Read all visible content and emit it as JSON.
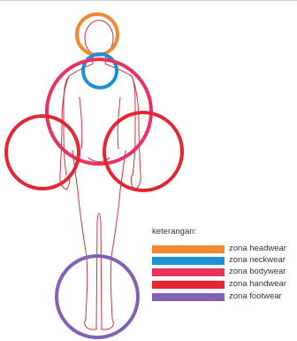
{
  "zones": [
    {
      "id": "headwear",
      "color": "#EF8A2E"
    },
    {
      "id": "neckwear",
      "color": "#1E90D8"
    },
    {
      "id": "bodywear",
      "color": "#E8335F"
    },
    {
      "id": "handwear",
      "color": "#E3262F"
    },
    {
      "id": "footwear",
      "color": "#8261B5"
    }
  ],
  "legend": {
    "title": "keterangan:",
    "items": [
      {
        "label": "zona headwear",
        "color": "#EF8A2E"
      },
      {
        "label": "zona neckwear",
        "color": "#1E90D8"
      },
      {
        "label": "zona bodywear",
        "color": "#E8335F"
      },
      {
        "label": "zona handwear",
        "color": "#E3262F"
      },
      {
        "label": "zona footwear",
        "color": "#8261B5"
      }
    ]
  },
  "body_outline_color": "#c9343f"
}
